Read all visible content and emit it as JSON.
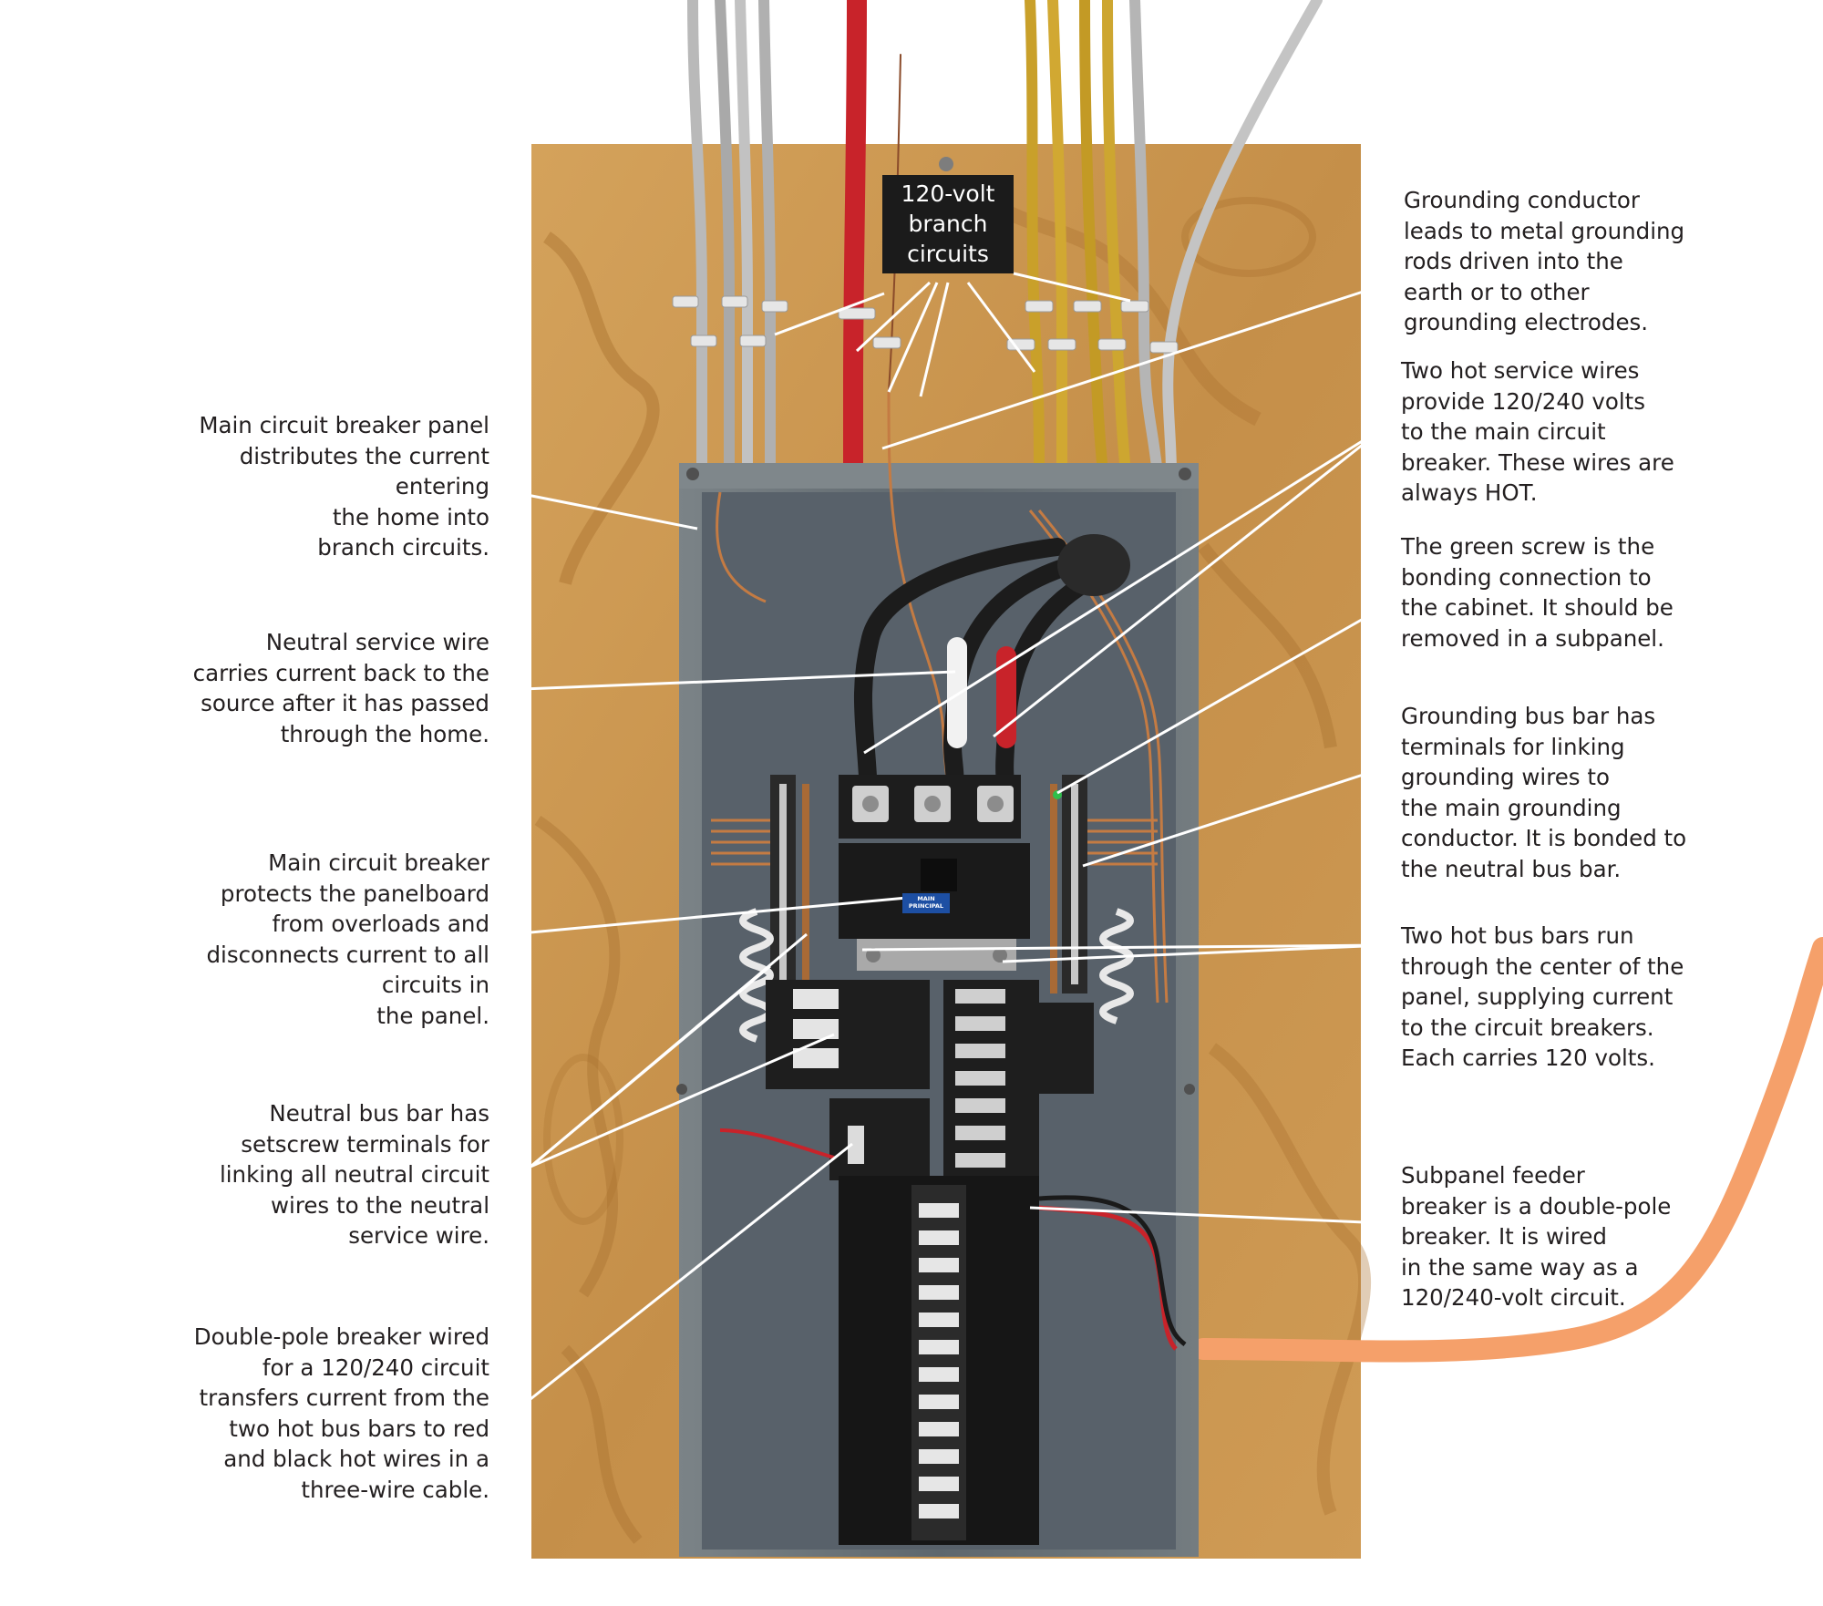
{
  "diagram": {
    "branch_label": [
      "120-volt",
      "branch",
      "circuits"
    ],
    "breaker_badge": [
      "MAIN",
      "PRINCIPAL"
    ],
    "callouts": {
      "main_panel": [
        "Main circuit breaker panel",
        "distributes the current",
        "entering",
        "the home into",
        "branch circuits."
      ],
      "neutral_service_wire": [
        "Neutral service wire",
        "carries current back to the",
        "source after it has passed",
        "through the home."
      ],
      "main_breaker": [
        "Main circuit breaker",
        "protects the panelboard",
        "from overloads and",
        "disconnects current to all",
        "circuits in",
        "the panel."
      ],
      "neutral_bus_bar": [
        "Neutral bus bar has",
        "setscrew terminals for",
        "linking all neutral circuit",
        "wires to the neutral",
        "service wire."
      ],
      "double_pole_breaker": [
        "Double-pole breaker wired",
        "for a 120/240 circuit",
        "transfers current from the",
        "two hot bus bars to red",
        "and black hot wires in a",
        "three-wire cable."
      ],
      "grounding_conductor": [
        "Grounding conductor",
        "leads to metal grounding",
        "rods driven into the",
        "earth or to other",
        "grounding electrodes."
      ],
      "hot_service_wires": [
        "Two hot service wires",
        "provide 120/240 volts",
        "to the main circuit",
        "breaker. These wires are",
        "always HOT."
      ],
      "green_screw": [
        "The green screw is the",
        "bonding connection to",
        "the cabinet. It should be",
        "removed in a subpanel."
      ],
      "grounding_bus_bar": [
        "Grounding bus bar has",
        "terminals for linking",
        "grounding wires to",
        "the main grounding",
        "conductor. It is bonded to",
        "the neutral bus bar."
      ],
      "hot_bus_bars": [
        "Two hot bus bars run",
        "through the center of the",
        "panel, supplying current",
        "to the circuit breakers.",
        "Each carries 120 volts."
      ],
      "subpanel_feeder": [
        "Subpanel feeder",
        "breaker is a double-pole",
        "breaker. It is wired",
        "in the same way as a",
        "120/240-volt circuit."
      ]
    }
  },
  "colors": {
    "plywood": "#c9964f",
    "plywood_grain": "#a8712f",
    "panel_box": "#6f777b",
    "panel_interior": "#58616a",
    "breaker_black": "#1c1c1c",
    "copper": "#c47b43",
    "red_wire": "#c8232a",
    "orange_cable": "#f5a06a",
    "yellow_cable": "#c9a02a",
    "gray_cable": "#bdbdbd",
    "leader_line": "#ffffff",
    "label_text": "#231f20",
    "badge_blue": "#1d4fa3"
  }
}
